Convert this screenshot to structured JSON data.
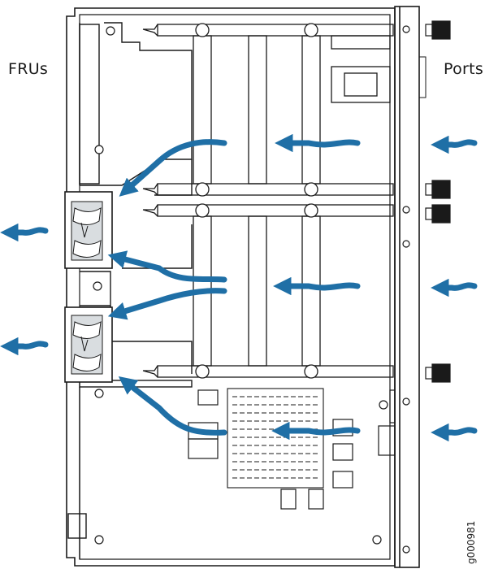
{
  "labels": {
    "left": "FRUs",
    "right": "Ports",
    "figure_id": "g000981"
  },
  "colors": {
    "line": "#1a1a1a",
    "airflow": "#1f6fa6",
    "fan_fill": "#d9dde0",
    "panel_fill": "#ffffff"
  },
  "airflow_direction": "right-to-left"
}
